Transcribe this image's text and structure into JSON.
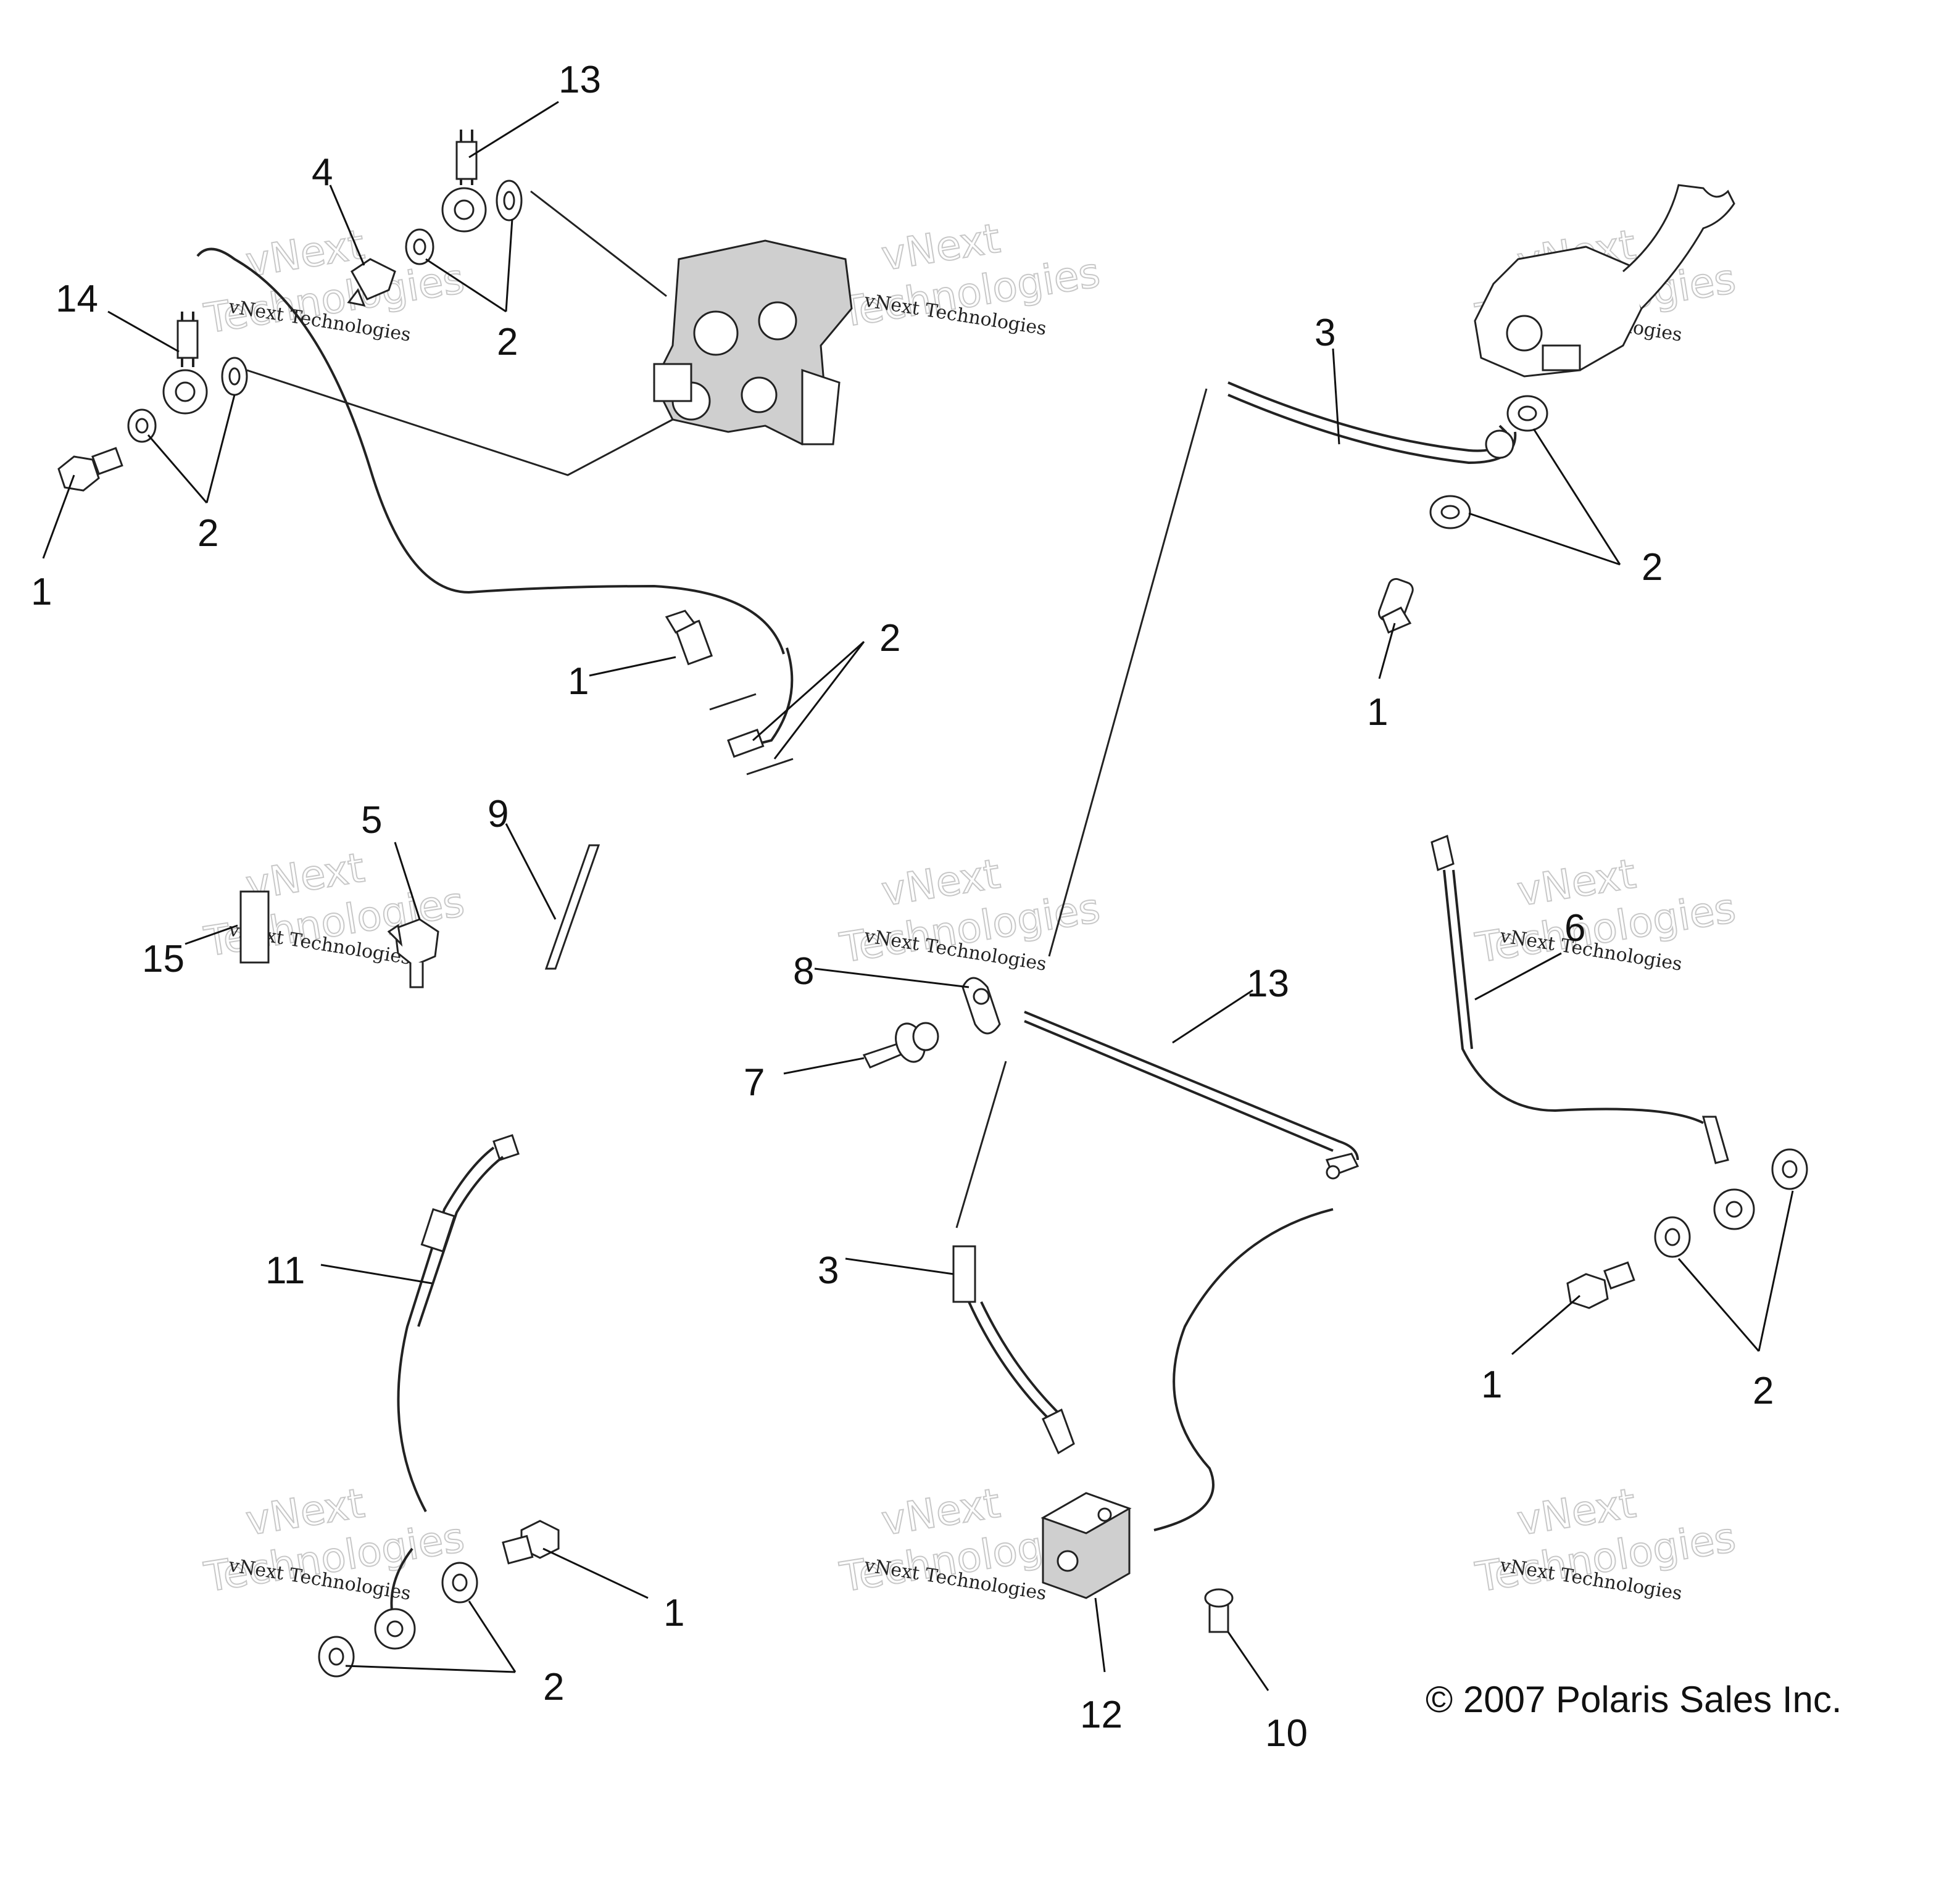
{
  "labels": {
    "l13a": "13",
    "l4": "4",
    "l14": "14",
    "l2a": "2",
    "l2b": "2",
    "l1a": "1",
    "l3a": "3",
    "l2c": "2",
    "l1b": "1",
    "l2d": "2",
    "l1c": "1",
    "l5": "5",
    "l9": "9",
    "l15": "15",
    "l8": "8",
    "l7": "7",
    "l13b": "13",
    "l6": "6",
    "l11": "11",
    "l3b": "3",
    "l1d": "1",
    "l2e": "2",
    "l1e": "1",
    "l2f": "2",
    "l12": "12",
    "l10": "10"
  },
  "copyright": "© 2007 Polaris Sales Inc.",
  "watermark": {
    "line1": "vNext Technologies",
    "line2": "vNext",
    "line3": "Technologies"
  }
}
